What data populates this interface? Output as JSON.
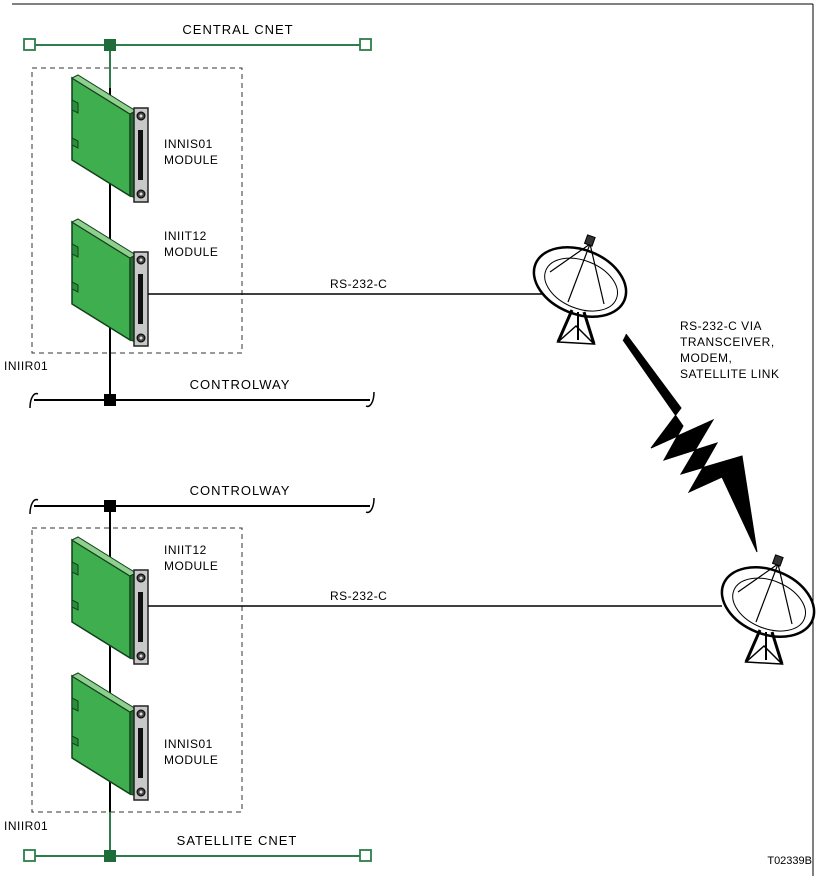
{
  "top_network": {
    "label": "CENTRAL CNET"
  },
  "bottom_network": {
    "label": "SATELLITE CNET"
  },
  "top_controlway": {
    "label": "CONTROLWAY"
  },
  "bottom_controlway": {
    "label": "CONTROLWAY"
  },
  "top_enclosure": {
    "label": "INIIR01"
  },
  "bottom_enclosure": {
    "label": "INIIR01"
  },
  "modules": {
    "top_innis01": {
      "line1": "INNIS01",
      "line2": "MODULE"
    },
    "top_iniit12": {
      "line1": "INIIT12",
      "line2": "MODULE"
    },
    "bottom_iniit12": {
      "line1": "INIIT12",
      "line2": "MODULE"
    },
    "bottom_innis01": {
      "line1": "INNIS01",
      "line2": "MODULE"
    }
  },
  "links": {
    "top_rs232": "RS-232-C",
    "bottom_rs232": "RS-232-C",
    "satellite_note": [
      "RS-232-C VIA",
      "TRANSCEIVER,",
      "MODEM,",
      "SATELLITE LINK"
    ]
  },
  "figure_id": "T02339B",
  "colors": {
    "cnet": "#2e7d4a",
    "board": "#3fae4f",
    "board_dark": "#1e6b2c",
    "bracket": "#b8b8b8"
  }
}
